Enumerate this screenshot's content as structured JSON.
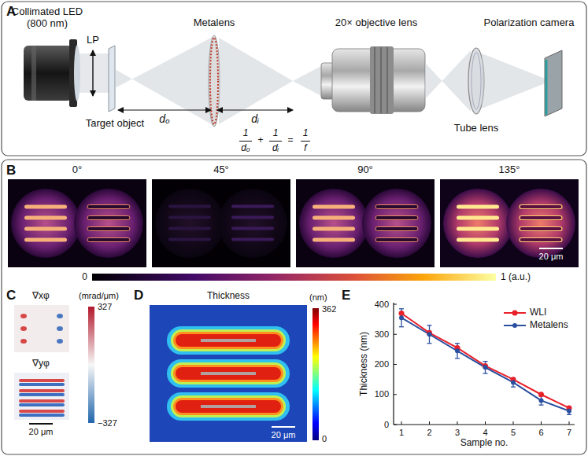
{
  "diagram": {
    "labels": [
      "A",
      "Collimated LED (800 nm)",
      "LP",
      "Metalens",
      "20× objective lens",
      "Polarization camera",
      "Target object",
      "dₒ",
      "dᵢ",
      "1",
      "dₒ",
      "+",
      "1",
      "dᵢ",
      "=",
      "1",
      "f",
      "Tube lens",
      "B",
      "0°",
      "45°",
      "90°",
      "135°",
      "20 μm",
      "0",
      "1 (a.u.)",
      "C",
      "∇xφ",
      "∇yφ",
      "(mrad/μm)",
      "327",
      "−327",
      "20 μm",
      "D",
      "Thickness",
      "(nm)",
      "362",
      "0",
      "20 μm",
      "E",
      "400",
      "300",
      "200",
      "100",
      "0",
      "1",
      "2",
      "3",
      "4",
      "5",
      "6",
      "7",
      "Thickness (nm)",
      "Sample no."
    ],
    "legend": [
      {
        "text": "WLI"
      },
      {
        "text": "Metalens"
      }
    ]
  }
}
